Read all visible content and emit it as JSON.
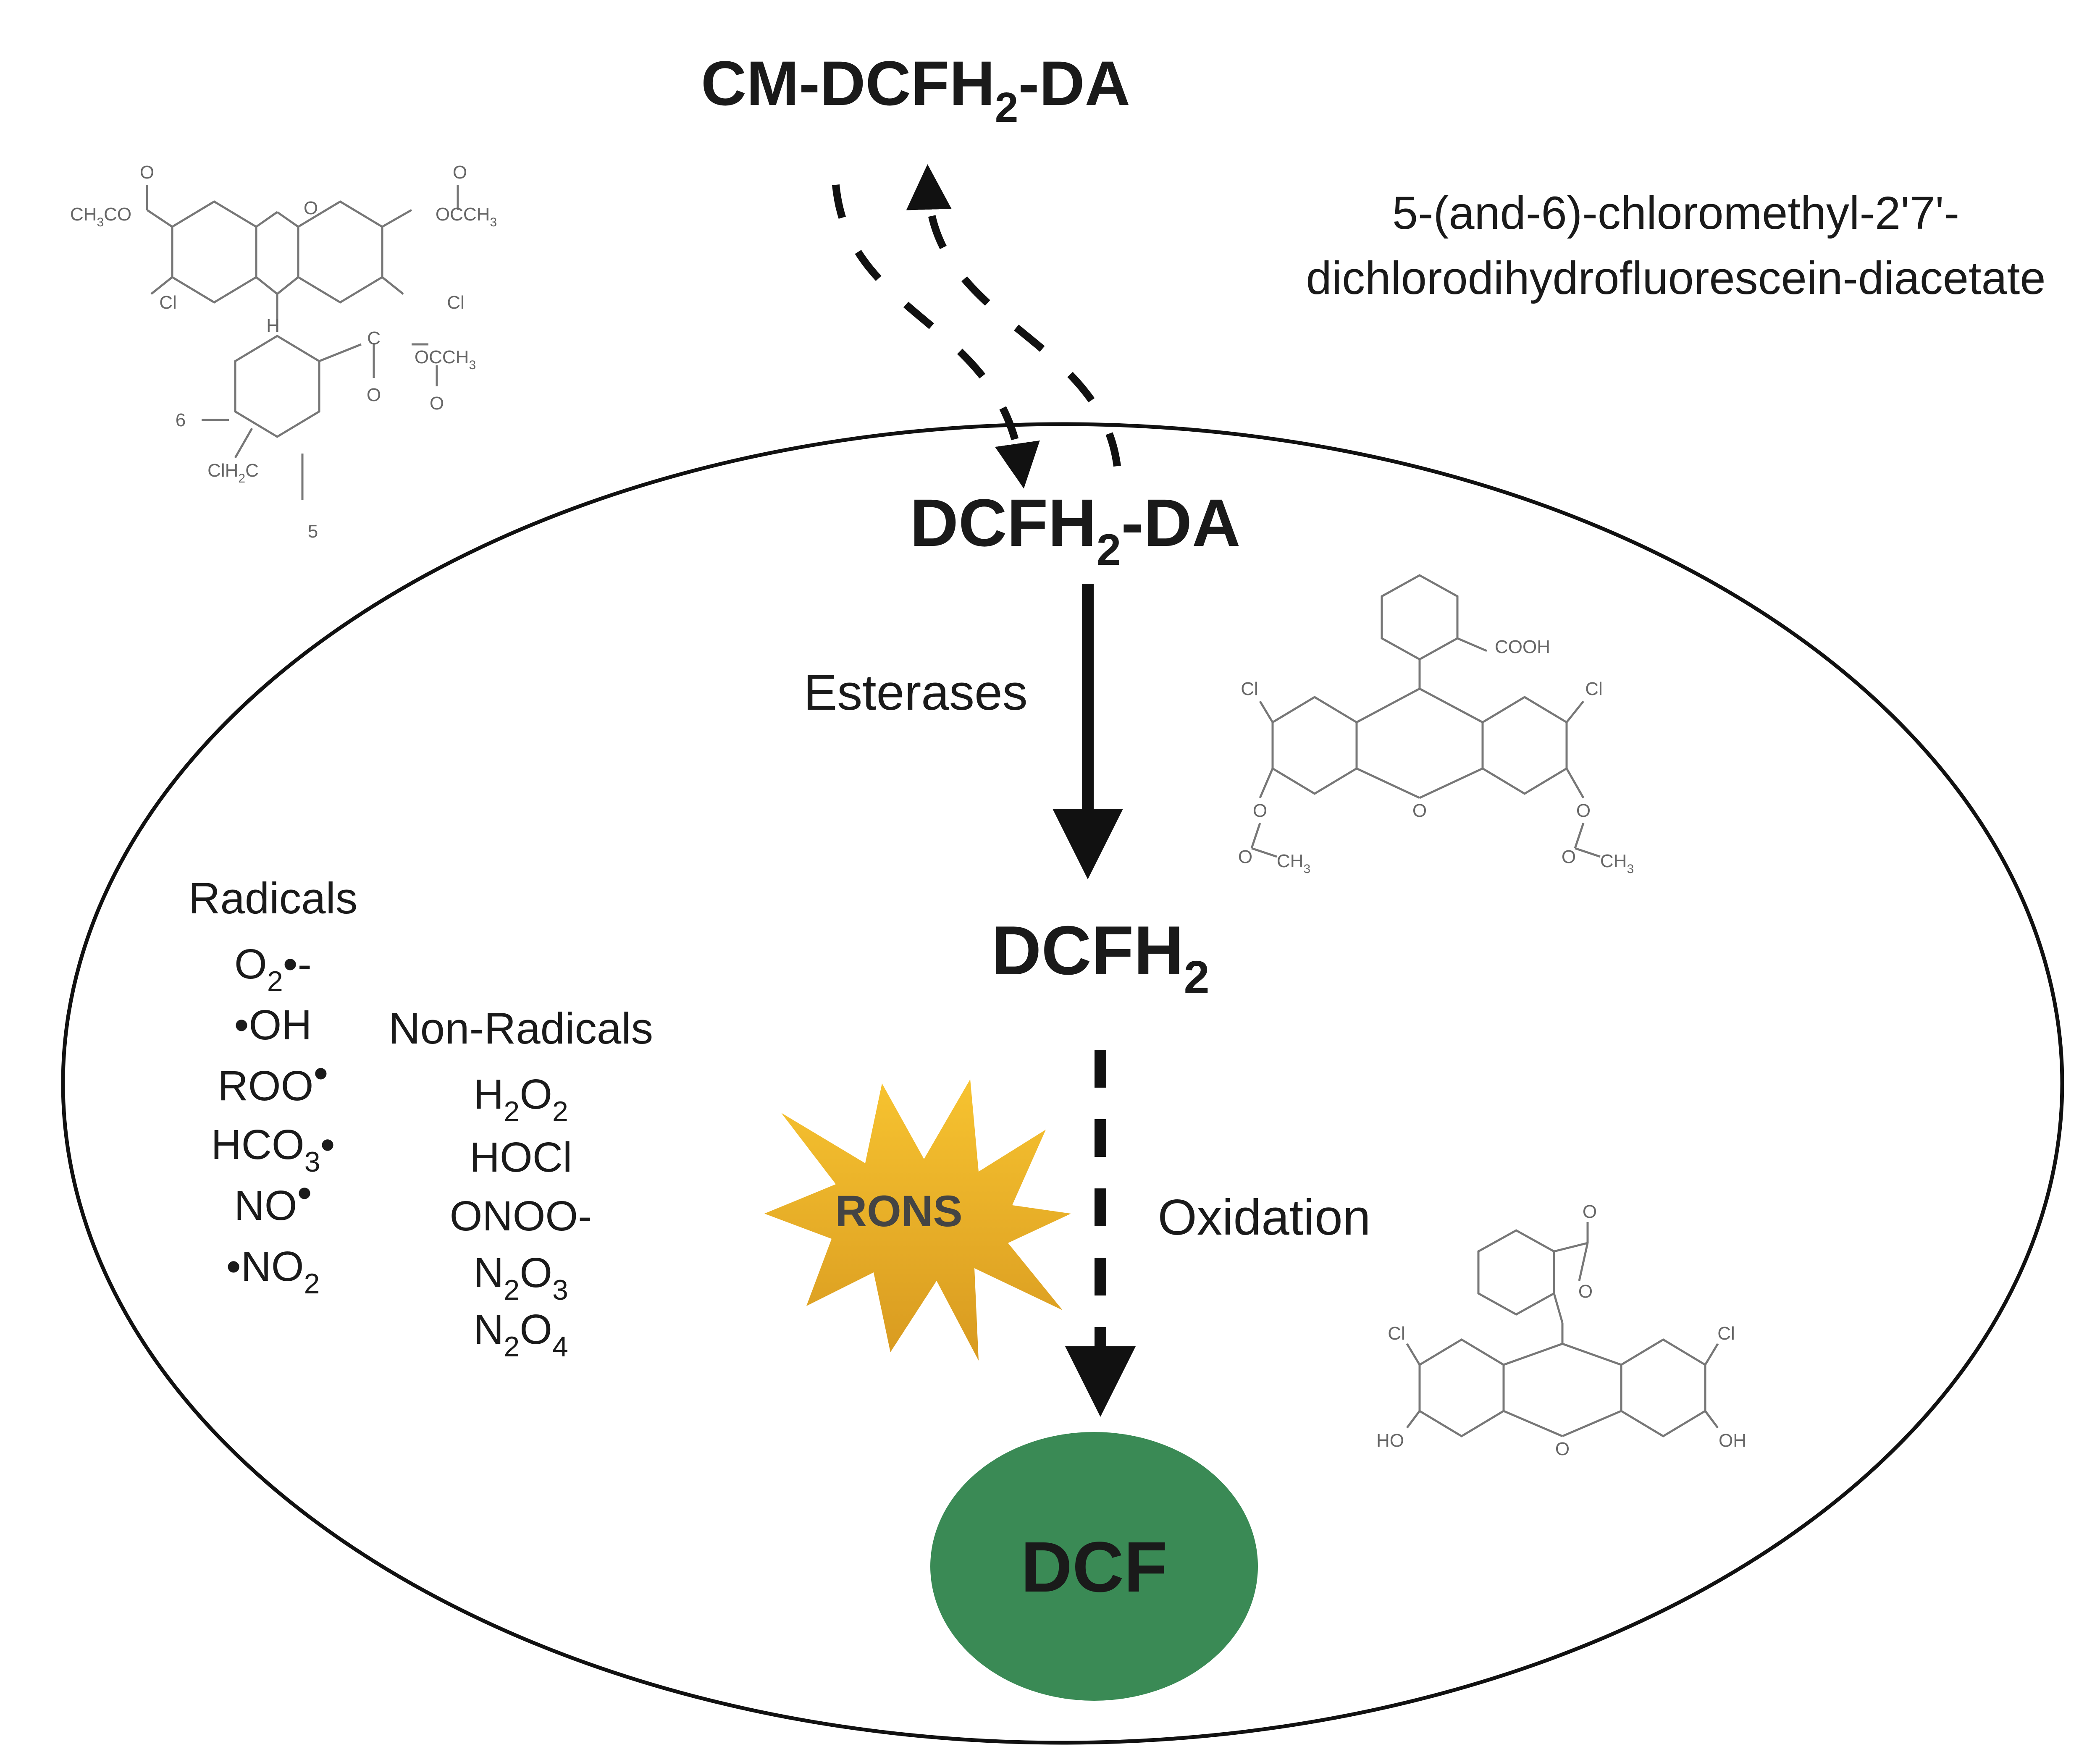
{
  "top_compound": {
    "main": "CM-DCFH",
    "sub": "2",
    "tail": "-DA"
  },
  "top_compound_full_name": {
    "line1": "5-(and-6)-chloromethyl-2'7'-",
    "line2": "dichlorodihydrofluorescein-diacetate"
  },
  "inner_compound": {
    "main": "DCFH",
    "sub": "2",
    "tail": "-DA"
  },
  "enzyme_label": "Esterases",
  "intermediate": {
    "main": "DCFH",
    "sub": "2"
  },
  "oxidation_label": "Oxidation",
  "rons_label": "RONS",
  "product_label": "DCF",
  "radicals": {
    "title": "Radicals",
    "items": [
      {
        "pre": "",
        "main": "O",
        "sub": "2",
        "post": "•-"
      },
      {
        "pre": "•",
        "main": "OH",
        "sub": "",
        "post": ""
      },
      {
        "pre": "",
        "main": "ROO",
        "sub": "",
        "post": "•"
      },
      {
        "pre": "",
        "main": "HCO",
        "sub": "3",
        "post": "•"
      },
      {
        "pre": "",
        "main": "NO",
        "sub": "",
        "post": "•"
      },
      {
        "pre": "•",
        "main": "NO",
        "sub": "2",
        "post": ""
      }
    ]
  },
  "non_radicals": {
    "title": "Non-Radicals",
    "items": [
      {
        "a": "H",
        "a_sub": "2",
        "b": "O",
        "b_sub": "2"
      },
      {
        "a": "HOCl",
        "a_sub": "",
        "b": "",
        "b_sub": ""
      },
      {
        "a": "ONOO-",
        "a_sub": "",
        "b": "",
        "b_sub": ""
      },
      {
        "a": "N",
        "a_sub": "2",
        "b": "O",
        "b_sub": "3"
      },
      {
        "a": "N",
        "a_sub": "2",
        "b": "O",
        "b_sub": "4"
      }
    ]
  },
  "structure_labels": {
    "cm": {
      "acetyl_left_pre": "CH",
      "acetyl_left_sub": "3",
      "acetyl_left_post": "CO",
      "acetyl_right_pre": "OCCH",
      "acetyl_right_sub": "3",
      "carbonyl_o": "O",
      "ring_o": "O",
      "cl": "Cl",
      "h": "H",
      "ester_c": "C",
      "ester_o": "OCCH",
      "ester_sub": "3",
      "pos6": "6",
      "pos5": "5",
      "clh2c_pre": "ClH",
      "clh2c_sub": "2",
      "clh2c_post": "C"
    },
    "dcfh2da": {
      "cooh": "COOH",
      "cl": "Cl",
      "ring_o": "O",
      "o": "O",
      "ch3": "CH",
      "ch3_sub": "3"
    },
    "dcf": {
      "carbonyl_o": "O",
      "lactone_o": "O",
      "cl": "Cl",
      "ho": "HO",
      "oh": "OH",
      "ring_o": "O"
    }
  },
  "colors": {
    "dcf_fill": "#3a8a55",
    "rons_top": "#f7c330",
    "rons_bottom": "#d89a20",
    "arrow": "#111111",
    "structure": "#777777"
  }
}
